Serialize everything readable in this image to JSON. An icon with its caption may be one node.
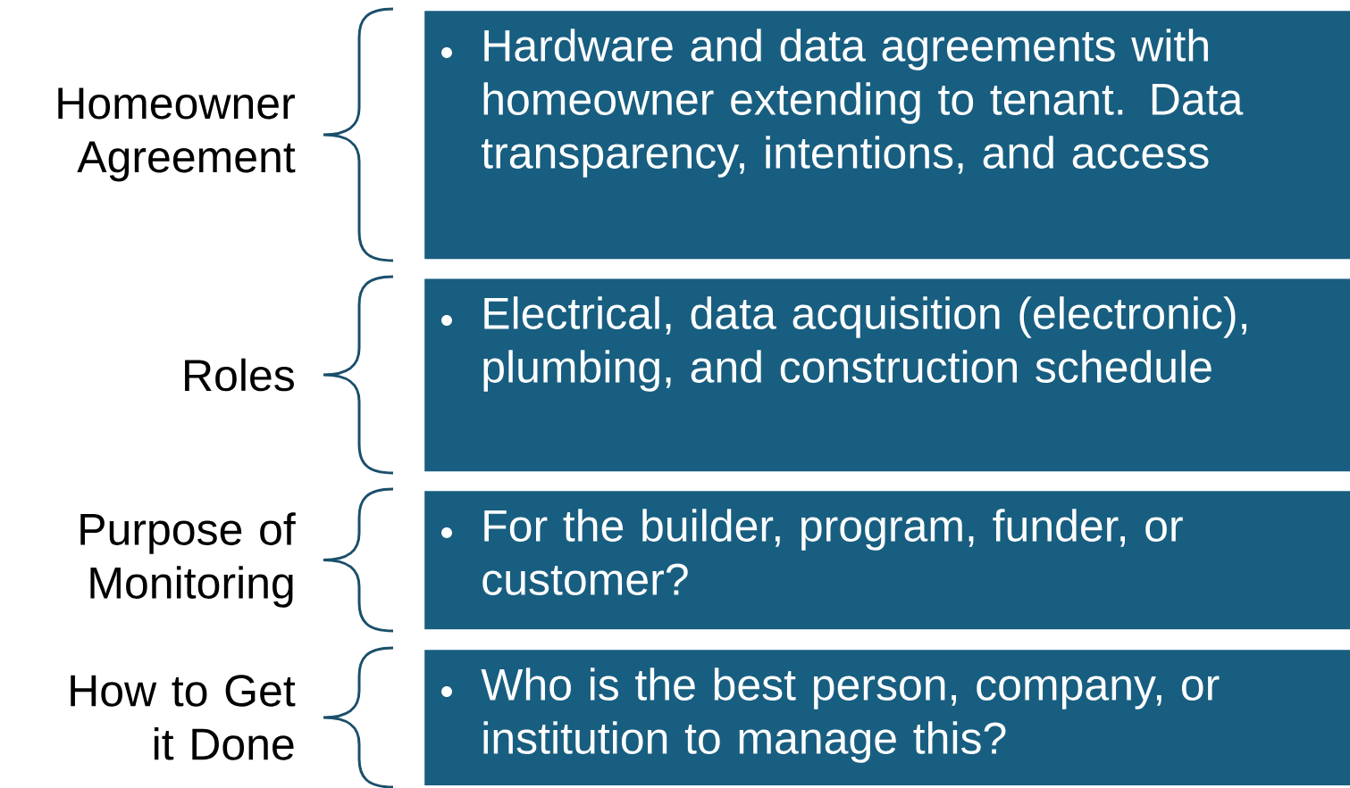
{
  "diagram": {
    "nodes": [
      {
        "text": [
          "Homeowner Agreement",
          "Hardware and data agreements with homeowner extending to tenant. Data transparency, intentions, and access"
        ]
      },
      {
        "text": [
          "Roles",
          "Electrical, data acquisition (electronic), plumbing, and construction schedule"
        ]
      },
      {
        "text": [
          "Purpose of Monitoring",
          "For the builder, program, funder, or customer?"
        ]
      },
      {
        "text": [
          "How to Get it Done",
          "Who is the best person, company, or institution to manage this?"
        ]
      }
    ]
  }
}
